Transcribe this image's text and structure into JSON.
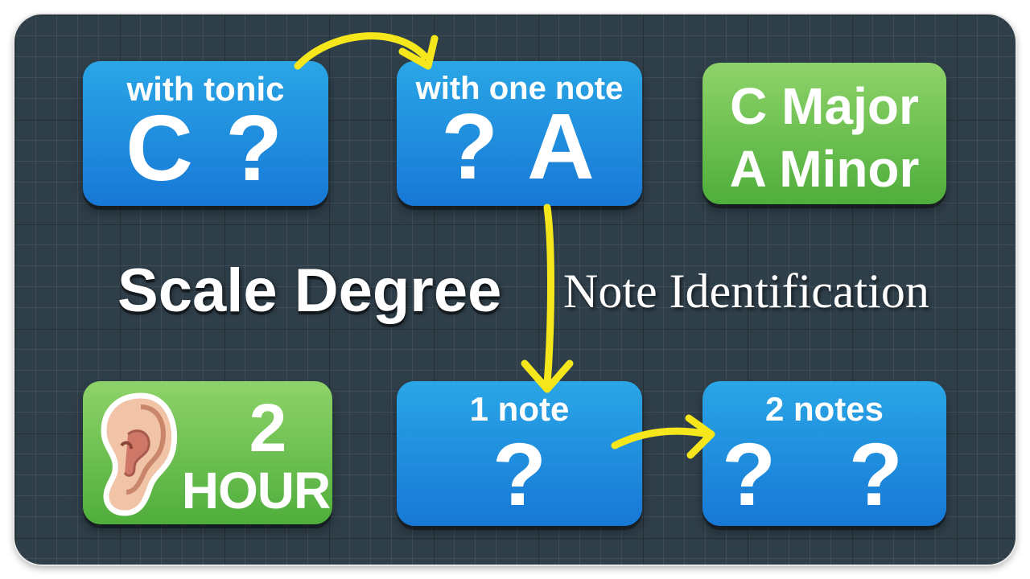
{
  "cards": {
    "tonic": {
      "caption": "with tonic",
      "main": "C ?"
    },
    "one_note": {
      "caption": "with one note",
      "main": "? A"
    },
    "keys": {
      "line1": "C Major",
      "line2": "A Minor"
    },
    "duration": {
      "number": "2",
      "unit": "HOUR"
    },
    "single": {
      "caption": "1 note",
      "main": "?"
    },
    "double": {
      "caption": "2 notes",
      "main": "? ?"
    }
  },
  "title": {
    "main": "Scale Degree",
    "sub": "Note Identification"
  },
  "icons": {
    "ear": "ear-icon"
  },
  "colors": {
    "blue": "#1e8fe0",
    "green": "#6cc24f",
    "arrow": "#f5e71c",
    "board": "#2f3f4a"
  }
}
